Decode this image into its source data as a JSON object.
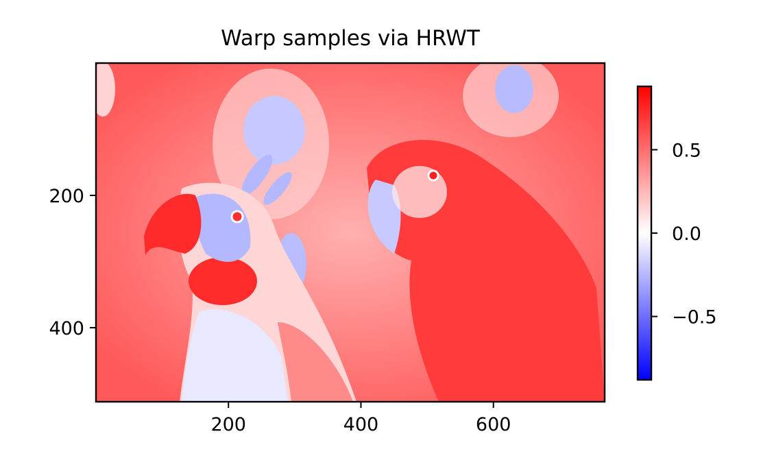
{
  "chart_data": {
    "type": "heatmap",
    "title": "Warp samples via HRWT",
    "xlabel": "",
    "ylabel": "",
    "x_range": [
      0,
      768
    ],
    "y_range": [
      512,
      0
    ],
    "x_ticks": [
      {
        "value": 200,
        "label": "200"
      },
      {
        "value": 400,
        "label": "400"
      },
      {
        "value": 600,
        "label": "600"
      }
    ],
    "y_ticks": [
      {
        "value": 200,
        "label": "200"
      },
      {
        "value": 400,
        "label": "400"
      }
    ],
    "colormap": "bwr",
    "colorbar": {
      "range": [
        -0.88,
        0.88
      ],
      "ticks": [
        {
          "value": 0.5,
          "label": "0.5"
        },
        {
          "value": 0.0,
          "label": "0.0"
        },
        {
          "value": -0.5,
          "label": "−0.5"
        }
      ],
      "colors": {
        "low": "#0000ff",
        "mid": "#ffffff",
        "high": "#ff0000"
      }
    },
    "image_content": "two macaw parrots; mostly positive (red) values, with bluish negative regions around the left parrot's face, chest and background blobs",
    "grid": false
  }
}
